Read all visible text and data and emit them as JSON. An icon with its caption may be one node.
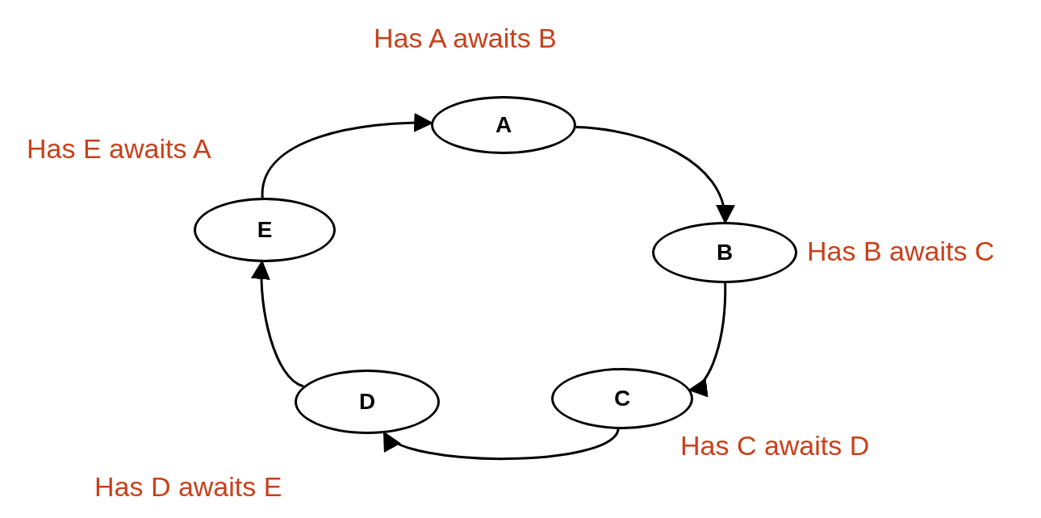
{
  "diagram": {
    "nodes": [
      {
        "text": [
          "A"
        ],
        "beside": [
          "Has A awaits B"
        ]
      },
      {
        "text": [
          "B"
        ],
        "beside": [
          "Has B awaits C"
        ]
      },
      {
        "text": [
          "C"
        ],
        "beside": [
          "Has C awaits D"
        ]
      },
      {
        "text": [
          "D"
        ],
        "beside": [
          "Has D awaits E"
        ]
      },
      {
        "text": [
          "E"
        ],
        "beside": [
          "Has E awaits A"
        ]
      }
    ],
    "edges": [
      {
        "from": 0,
        "to": 1,
        "arrow": "to"
      },
      {
        "from": 1,
        "to": 2,
        "arrow": "to"
      },
      {
        "from": 2,
        "to": 3,
        "arrow": "to"
      },
      {
        "from": 3,
        "to": 4,
        "arrow": "to"
      },
      {
        "from": 4,
        "to": 0,
        "arrow": "to"
      }
    ]
  }
}
